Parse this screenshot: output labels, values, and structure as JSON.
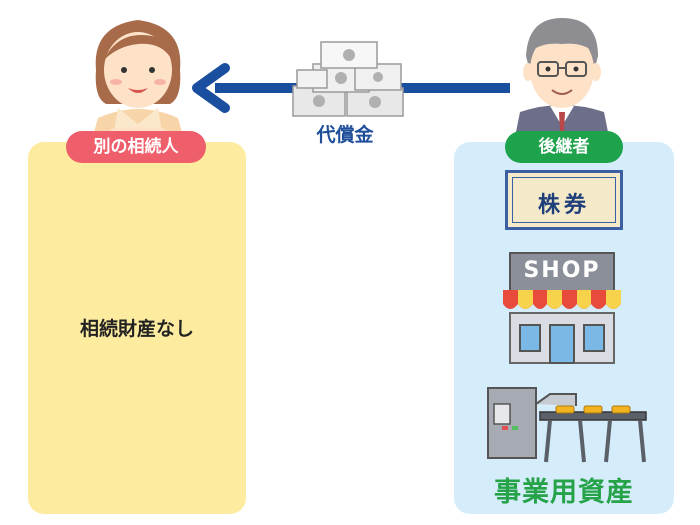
{
  "left_party": {
    "badge": "別の相続人",
    "content": "相続財産なし",
    "badge_color": "#ef5f6b",
    "panel_color": "#fdeca0"
  },
  "right_party": {
    "badge": "後継者",
    "badge_color": "#1fa24c",
    "panel_color": "#d5ecfb",
    "items": [
      {
        "label": "株券",
        "icon": "stock-certificate-icon"
      },
      {
        "label": "SHOP",
        "icon": "shop-icon"
      },
      {
        "icon": "conveyor-machine-icon"
      }
    ],
    "assets_label": "事業用資産"
  },
  "transfer": {
    "label": "代償金",
    "icon": "money-stack-icon",
    "arrow_color": "#1a4e9e"
  }
}
